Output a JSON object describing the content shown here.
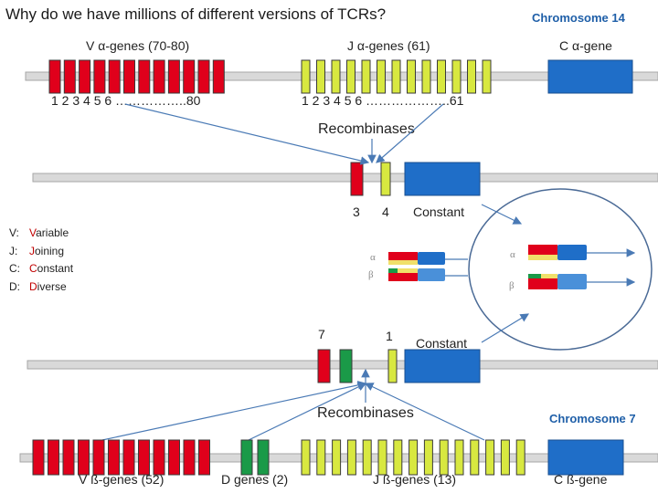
{
  "title": "Why do we have millions of different versions of TCRs?",
  "alpha": {
    "chromosome": "Chromosome 14",
    "v_label": "V α-genes (70-80)",
    "j_label": "J α-genes (61)",
    "c_label": "C α-gene",
    "v_numbers": "1  2   3  4  5  6 ……………..80",
    "j_numbers": "1  2   3  4  5  6 ………………..61",
    "recombinases": "Recombinases",
    "rearranged_v": "3",
    "rearranged_j": "4",
    "constant": "Constant"
  },
  "beta": {
    "chromosome": "Chromosome 7",
    "v_label": "V ß-genes (52)",
    "d_label": "D genes (2)",
    "j_label": "J ß-genes (13)",
    "c_label": "C ß-gene",
    "recombinases": "Recombinases",
    "rearranged_v": "7",
    "rearranged_j": "1",
    "constant": "Constant"
  },
  "legend": [
    {
      "key": "V:",
      "first": "V",
      "rest": "ariable"
    },
    {
      "key": "J:",
      "first": "J",
      "rest": "oining"
    },
    {
      "key": "C:",
      "first": "C",
      "rest": "onstant"
    },
    {
      "key": "D:",
      "first": "D",
      "rest": "iverse"
    }
  ],
  "receptor": {
    "alpha_symbol": "α",
    "beta_symbol": "β"
  },
  "colors": {
    "v_gene": "#e0001b",
    "j_gene": "#d8e840",
    "d_gene": "#1a9a48",
    "c_gene": "#1f6ec8",
    "chromosome_bar": "#d9d9d9",
    "accent": "#1f5fa8"
  }
}
